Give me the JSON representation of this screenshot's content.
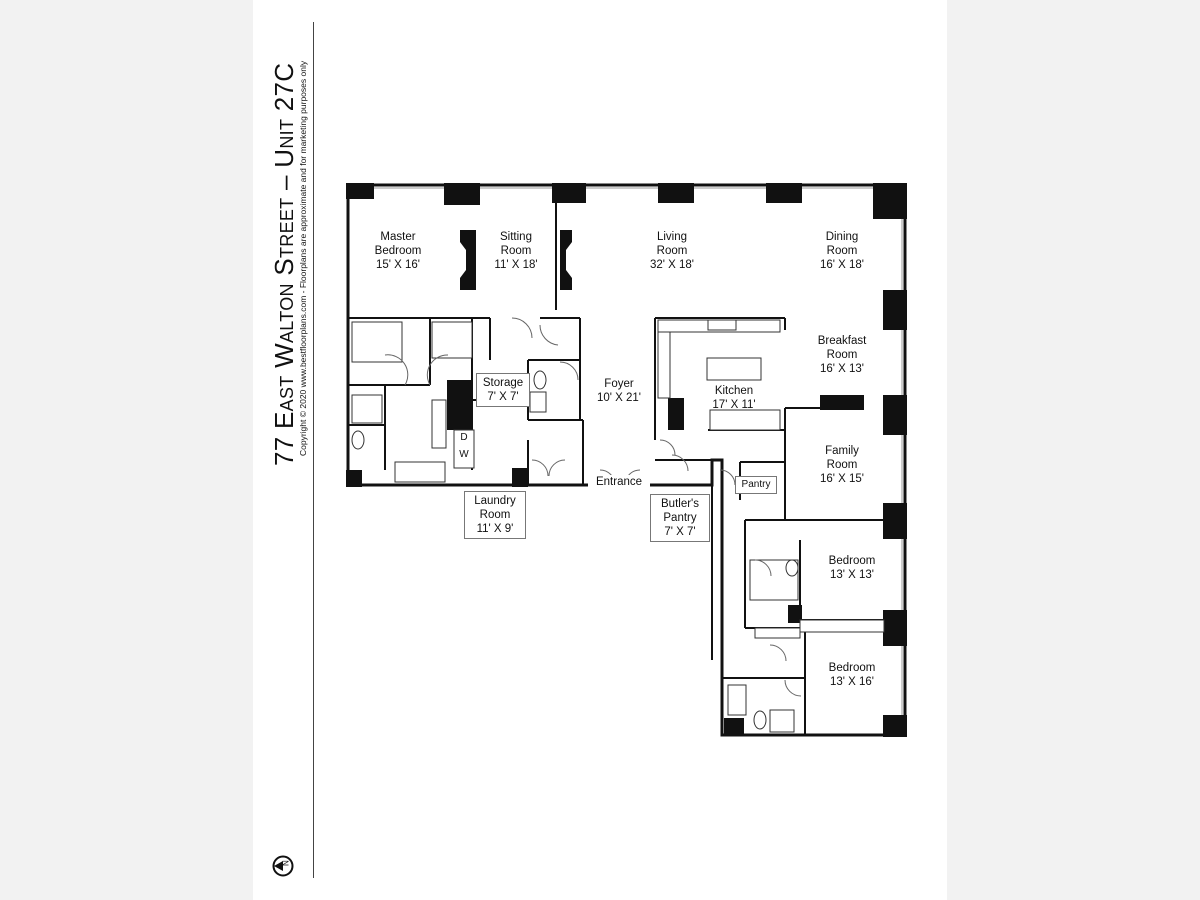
{
  "title": "77 East Walton Street – Unit 27C",
  "copyright": "Copyright © 2020   www.bestfloorplans.com - Floorplans are approximate and for marketing purposes only",
  "compass_icon": "north-compass-icon",
  "colors": {
    "wall": "#111111",
    "background": "#ffffff",
    "frame": "#f2f2f2"
  },
  "rooms": {
    "master_bedroom": {
      "name_1": "Master",
      "name_2": "Bedroom",
      "size": "15' X 16'"
    },
    "sitting_room": {
      "name_1": "Sitting",
      "name_2": "Room",
      "size": "11' X 18'"
    },
    "living_room": {
      "name_1": "Living",
      "name_2": "Room",
      "size": "32' X 18'"
    },
    "dining_room": {
      "name_1": "Dining",
      "name_2": "Room",
      "size": "16' X 18'"
    },
    "breakfast_room": {
      "name_1": "Breakfast",
      "name_2": "Room",
      "size": "16' X 13'"
    },
    "storage": {
      "name": "Storage",
      "size": "7' X 7'"
    },
    "foyer": {
      "name": "Foyer",
      "size": "10' X 21'"
    },
    "kitchen": {
      "name": "Kitchen",
      "size": "17' X 11'"
    },
    "family_room": {
      "name_1": "Family",
      "name_2": "Room",
      "size": "16' X 15'"
    },
    "pantry": {
      "name": "Pantry"
    },
    "laundry_room": {
      "name_1": "Laundry",
      "name_2": "Room",
      "size": "11' X 9'"
    },
    "entrance": {
      "name": "Entrance"
    },
    "butlers_pantry": {
      "name_1": "Butler's",
      "name_2": "Pantry",
      "size": "7' X 7'"
    },
    "bedroom_1": {
      "name": "Bedroom",
      "size": "13' X 13'"
    },
    "bedroom_2": {
      "name": "Bedroom",
      "size": "13' X 16'"
    },
    "washer_dryer": {
      "d": "D",
      "w": "W"
    }
  }
}
